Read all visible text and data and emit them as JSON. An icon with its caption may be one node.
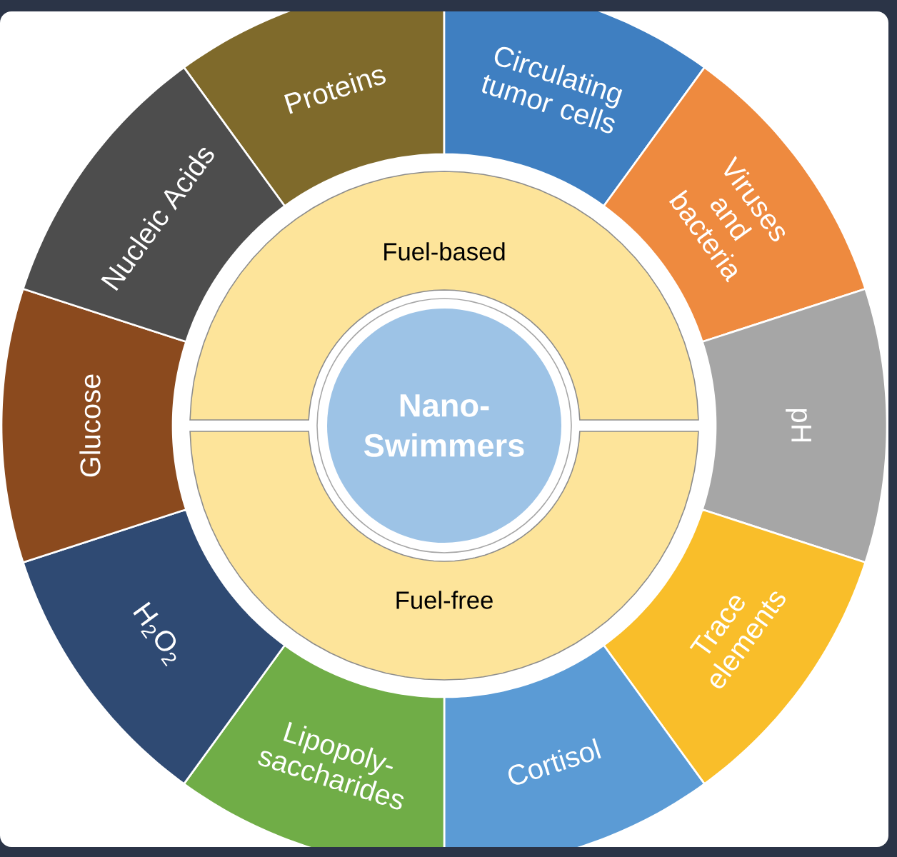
{
  "diagram": {
    "nodes": [
      {
        "text": [
          "Nano- Swimmers"
        ]
      },
      {
        "text": [
          "Fuel-based"
        ]
      },
      {
        "text": [
          "Fuel-free"
        ]
      },
      {
        "text": [
          "Proteins"
        ]
      },
      {
        "text": [
          "Circulating tumor cells"
        ]
      },
      {
        "text": [
          "Viruses and bacteria"
        ]
      },
      {
        "text": [
          "pH"
        ]
      },
      {
        "text": [
          "Trace elements"
        ]
      },
      {
        "text": [
          "Cortisol"
        ]
      },
      {
        "text": [
          "Lipopoly- saccharides"
        ]
      },
      {
        "text": [
          "H$_{2}$O$_{2}$"
        ]
      },
      {
        "text": [
          "Glucose"
        ]
      },
      {
        "text": [
          "Nucleic Acids"
        ]
      }
    ]
  }
}
